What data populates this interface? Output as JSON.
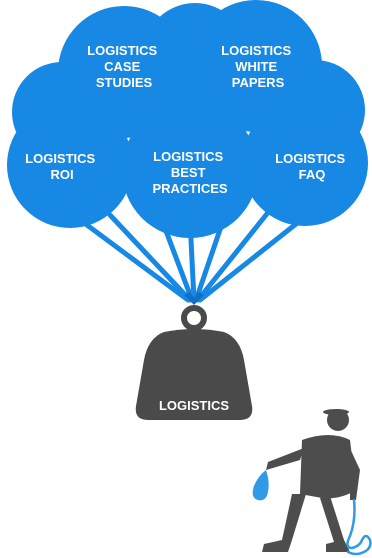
{
  "colors": {
    "balloon": "#1788e3",
    "balloon_dark": "#0f6fc6",
    "string": "#1788e3",
    "weight": "#4a4a4a",
    "figure": "#4d4d4d",
    "leash": "#2f9be8",
    "background": "#ffffff"
  },
  "balloons": {
    "case_studies": {
      "lines": [
        "LOGISTICS",
        "CASE",
        "STUDIES"
      ]
    },
    "white_papers": {
      "lines": [
        "LOGISTICS",
        "WHITE",
        "PAPERS"
      ]
    },
    "roi": {
      "lines": [
        "LOGISTICS",
        "ROI"
      ]
    },
    "best_practices": {
      "lines": [
        "LOGISTICS",
        "BEST",
        "PRACTICES"
      ]
    },
    "faq": {
      "lines": [
        "LOGISTICS",
        "FAQ"
      ]
    }
  },
  "weight": {
    "label": "LOGISTICS"
  },
  "figure": {
    "icon": "person-with-balloon-and-leash-icon"
  }
}
